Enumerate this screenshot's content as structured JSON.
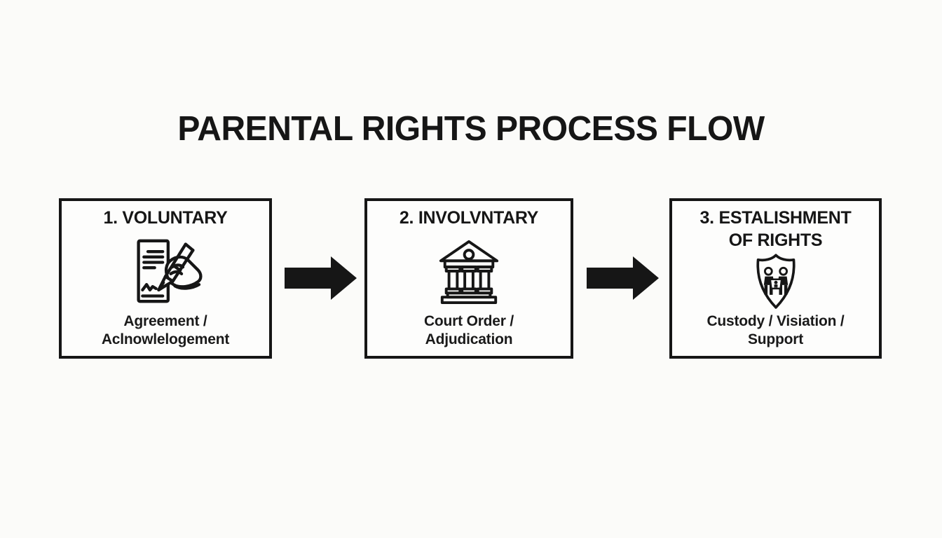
{
  "title": "PARENTAL RIGHTS PROCESS FLOW",
  "steps": [
    {
      "heading": [
        "1. VOLUNTARY"
      ],
      "icon": "document-signing-icon",
      "caption": [
        "Agreement /",
        "Aclnowlelogement"
      ]
    },
    {
      "heading": [
        "2. INVOLVNTARY"
      ],
      "icon": "courthouse-icon",
      "caption": [
        "Court Order /",
        "Adjudication"
      ]
    },
    {
      "heading": [
        "3. ESTALISHMENT",
        "OF RIGHTS"
      ],
      "icon": "family-shield-icon",
      "caption": [
        "Custody / Visiation /",
        "Support"
      ]
    }
  ],
  "arrows": [
    "arrow-step1-to-step2",
    "arrow-step2-to-step3"
  ],
  "colors": {
    "ink": "#161616",
    "background": "#fbfbf9",
    "box_fill": "#fdfdfc"
  }
}
